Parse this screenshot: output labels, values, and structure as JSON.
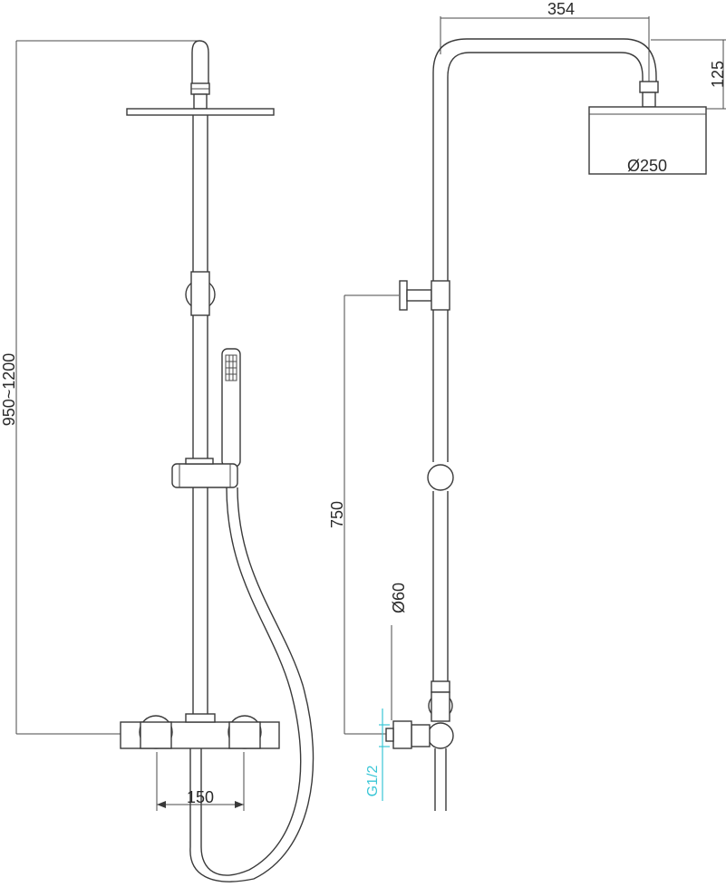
{
  "dimensions": {
    "total_height": "950~1200",
    "arm_length": "354",
    "arm_drop": "125",
    "head_diameter": "Ø250",
    "bar_to_inlet": "750",
    "body_diameter": "Ø60",
    "inlet_spacing": "150",
    "thread": "G1/2"
  },
  "colors": {
    "line": "#3a3a3a",
    "thread_label": "#39c6d6"
  }
}
